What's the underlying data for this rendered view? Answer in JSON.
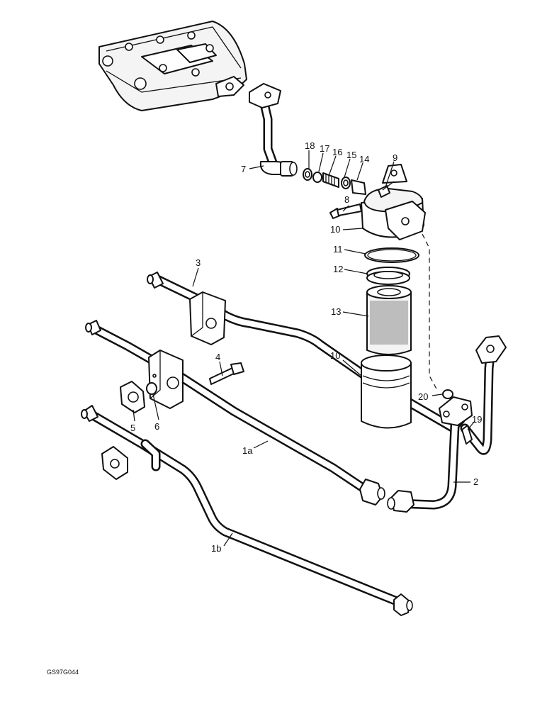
{
  "diagram": {
    "callouts": [
      {
        "id": "c18",
        "text": "18"
      },
      {
        "id": "c17",
        "text": "17"
      },
      {
        "id": "c16",
        "text": "16"
      },
      {
        "id": "c15",
        "text": "15"
      },
      {
        "id": "c14",
        "text": "14"
      },
      {
        "id": "c9",
        "text": "9"
      },
      {
        "id": "c7",
        "text": "7"
      },
      {
        "id": "c8",
        "text": "8"
      },
      {
        "id": "c10a",
        "text": "10"
      },
      {
        "id": "c11",
        "text": "11"
      },
      {
        "id": "c12",
        "text": "12"
      },
      {
        "id": "c3",
        "text": "3"
      },
      {
        "id": "c13",
        "text": "13"
      },
      {
        "id": "c10b",
        "text": "10"
      },
      {
        "id": "c4",
        "text": "4"
      },
      {
        "id": "c20",
        "text": "20"
      },
      {
        "id": "c19",
        "text": "19"
      },
      {
        "id": "c5",
        "text": "5"
      },
      {
        "id": "c6",
        "text": "6"
      },
      {
        "id": "c1a",
        "text": "1a"
      },
      {
        "id": "c2",
        "text": "2"
      },
      {
        "id": "c1b",
        "text": "1b"
      }
    ],
    "drawing_code": "GS97G044"
  }
}
